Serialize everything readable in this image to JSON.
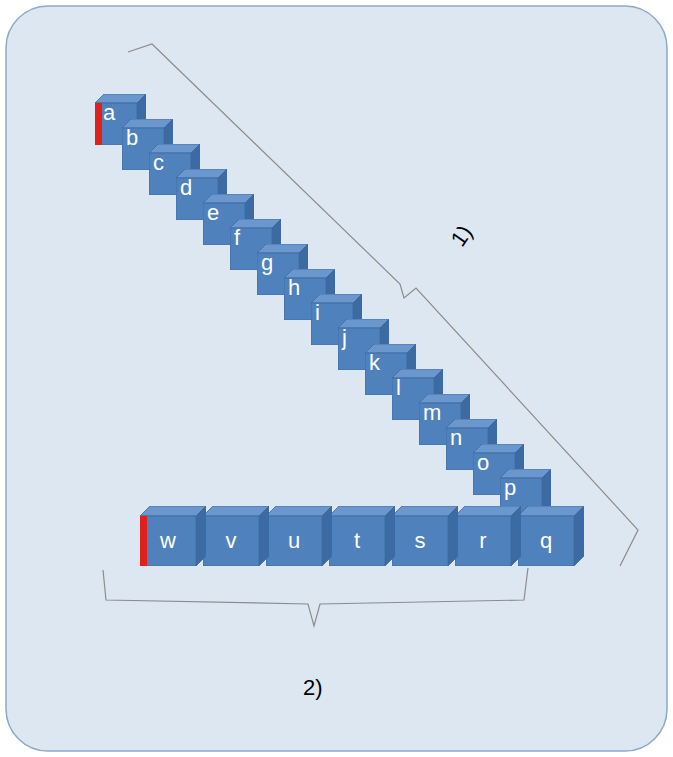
{
  "diagram": {
    "nodes": [
      {
        "text": [
          "a"
        ]
      },
      {
        "text": [
          "b"
        ]
      },
      {
        "text": [
          "c"
        ]
      },
      {
        "text": [
          "d"
        ]
      },
      {
        "text": [
          "e"
        ]
      },
      {
        "text": [
          "f"
        ]
      },
      {
        "text": [
          "g"
        ]
      },
      {
        "text": [
          "h"
        ]
      },
      {
        "text": [
          "i"
        ]
      },
      {
        "text": [
          "j"
        ]
      },
      {
        "text": [
          "k"
        ]
      },
      {
        "text": [
          "l"
        ]
      },
      {
        "text": [
          "m"
        ]
      },
      {
        "text": [
          "n"
        ]
      },
      {
        "text": [
          "o"
        ]
      },
      {
        "text": [
          "p"
        ]
      },
      {
        "text": [
          "q"
        ]
      },
      {
        "text": [
          "r"
        ]
      },
      {
        "text": [
          "s"
        ]
      },
      {
        "text": [
          "t"
        ]
      },
      {
        "text": [
          "u"
        ]
      },
      {
        "text": [
          "v"
        ]
      },
      {
        "text": [
          "w"
        ]
      }
    ],
    "labels": [
      "1)",
      "2)"
    ]
  }
}
